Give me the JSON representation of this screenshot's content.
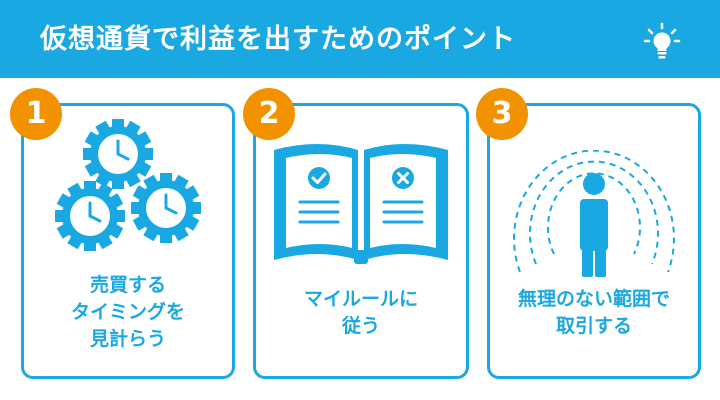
{
  "header": {
    "title": "仮想通貨で利益を出すためのポイント",
    "icon": "lightbulb-icon"
  },
  "colors": {
    "primary": "#1aa8e2",
    "badge": "#f39200",
    "background": "#ffffff"
  },
  "points": [
    {
      "number": "1",
      "icon": "gears-clock-icon",
      "lines": [
        "売買する",
        "タイミングを",
        "見計らう"
      ]
    },
    {
      "number": "2",
      "icon": "open-book-icon",
      "lines": [
        "マイルールに",
        "従う"
      ]
    },
    {
      "number": "3",
      "icon": "person-boundary-icon",
      "lines": [
        "無理のない範囲で",
        "取引する"
      ]
    }
  ]
}
